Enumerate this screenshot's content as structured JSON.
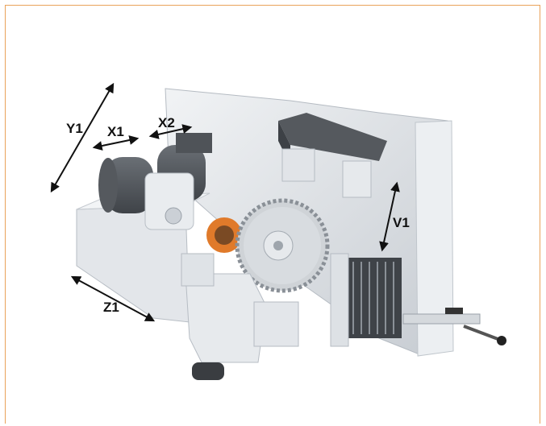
{
  "figure": {
    "frame_color": "#e9a25a",
    "axis_labels": {
      "y1": "Y1",
      "x1": "X1",
      "x2": "X2",
      "v1": "V1",
      "z1": "Z1"
    },
    "colors": {
      "body": "#dfe3e7",
      "body_shadow": "#b9bfc6",
      "dark": "#4a4e53",
      "blade": "#cfd3d7",
      "accent_orange": "#e07a2a",
      "arrow": "#111111"
    }
  }
}
